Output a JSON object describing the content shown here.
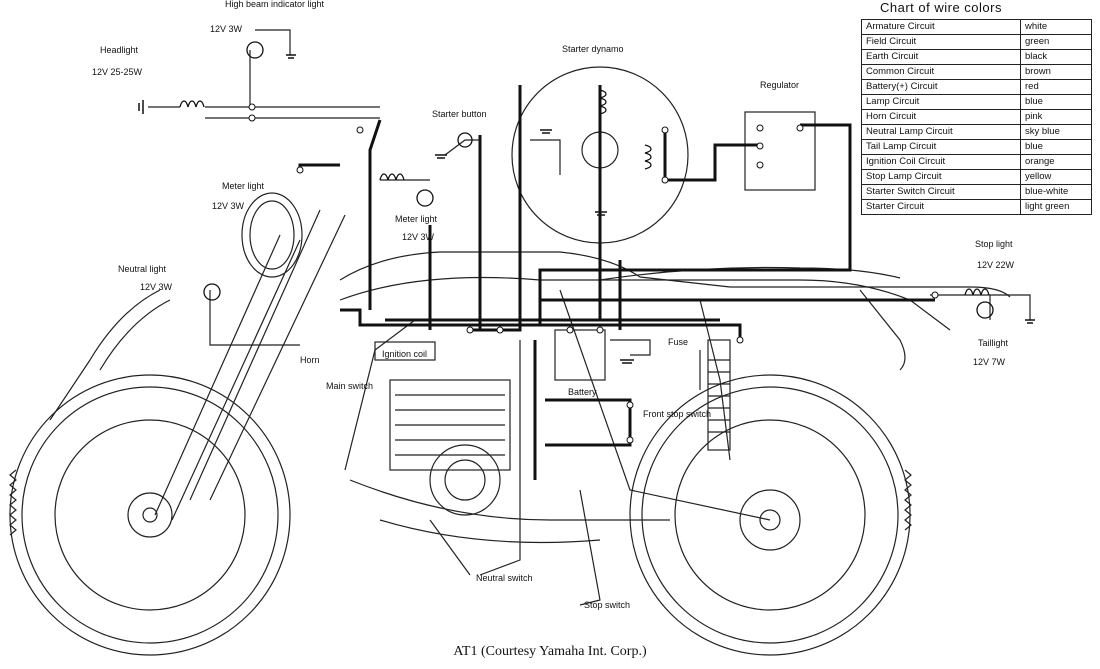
{
  "labels": {
    "high_beam": "High beam indicator light",
    "high_beam_watt": "12V 3W",
    "headlight": "Headlight",
    "headlight_watt": "12V 25-25W",
    "starter_dynamo": "Starter dynamo",
    "starter_button": "Starter button",
    "regulator": "Regulator",
    "meter_light_left": "Meter light",
    "meter_light_left_watt": "12V 3W",
    "meter_light_mid": "Meter light",
    "meter_light_mid_watt": "12V 3W",
    "neutral_light": "Neutral light",
    "neutral_light_watt": "12V 3W",
    "stop_light": "Stop light",
    "stop_light_watt": "12V 22W",
    "taillight": "Taillight",
    "taillight_watt": "12V 7W",
    "horn": "Horn",
    "ignition_coil": "Ignition coil",
    "main_switch": "Main switch",
    "fuse": "Fuse",
    "battery": "Battery",
    "front_stop_switch": "Front stop switch",
    "neutral_switch": "Neutral switch",
    "stop_switch": "Stop switch"
  },
  "wire_chart": {
    "title": "Chart of wire colors",
    "rows": [
      {
        "circuit": "Armature Circuit",
        "color": "white"
      },
      {
        "circuit": "Field Circuit",
        "color": "green"
      },
      {
        "circuit": "Earth Circuit",
        "color": "black"
      },
      {
        "circuit": "Common Circuit",
        "color": "brown"
      },
      {
        "circuit": "Battery(+) Circuit",
        "color": "red"
      },
      {
        "circuit": "Lamp Circuit",
        "color": "blue"
      },
      {
        "circuit": "Horn Circuit",
        "color": "pink"
      },
      {
        "circuit": "Neutral Lamp Circuit",
        "color": "sky blue"
      },
      {
        "circuit": "Tail Lamp Circuit",
        "color": "blue"
      },
      {
        "circuit": "Ignition Coil Circuit",
        "color": "orange"
      },
      {
        "circuit": "Stop Lamp Circuit",
        "color": "yellow"
      },
      {
        "circuit": "Starter Switch Circuit",
        "color": "blue-white"
      },
      {
        "circuit": "Starter Circuit",
        "color": "light green"
      }
    ]
  },
  "caption": "AT1 (Courtesy Yamaha Int. Corp.)"
}
